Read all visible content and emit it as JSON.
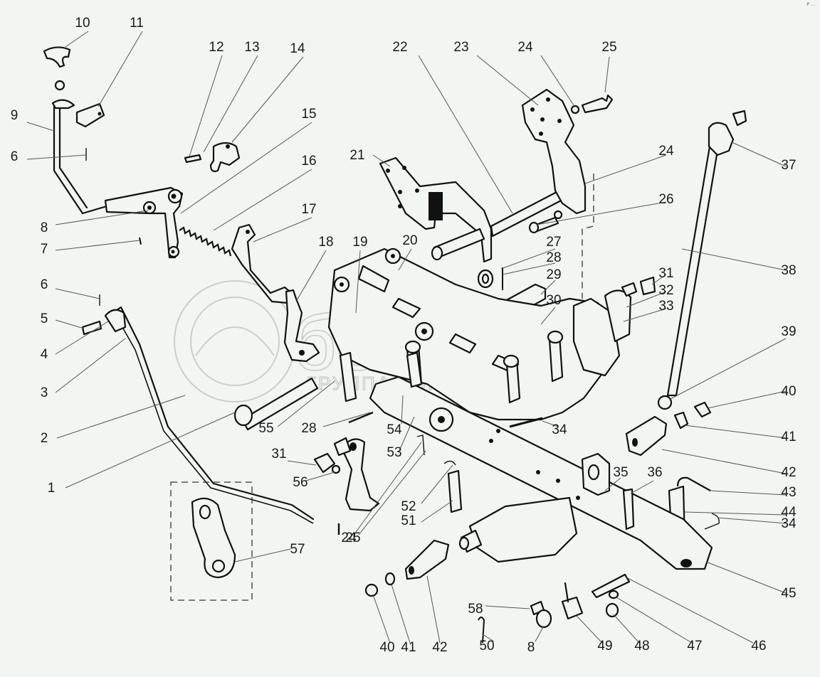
{
  "diagram": {
    "title": "Exploded view — hydraulic lift control linkage assembly",
    "callouts": [
      "1",
      "2",
      "3",
      "4",
      "5",
      "6",
      "6",
      "7",
      "8",
      "8",
      "9",
      "10",
      "11",
      "12",
      "13",
      "14",
      "15",
      "16",
      "17",
      "18",
      "19",
      "20",
      "21",
      "22",
      "23",
      "24",
      "24",
      "24",
      "25",
      "25",
      "26",
      "27",
      "28",
      "28",
      "29",
      "30",
      "31",
      "31",
      "32",
      "33",
      "34",
      "34",
      "35",
      "36",
      "37",
      "38",
      "39",
      "40",
      "40",
      "41",
      "41",
      "42",
      "42",
      "43",
      "44",
      "45",
      "46",
      "47",
      "48",
      "49",
      "50",
      "51",
      "52",
      "53",
      "54",
      "55",
      "56",
      "57",
      "58"
    ],
    "detail_inset_label": "57"
  },
  "watermark": {
    "logo_text": "белагро",
    "subtitle": "ГРУППА КОМПАНИЙ"
  },
  "corner_mark": "·ᴾ ···"
}
